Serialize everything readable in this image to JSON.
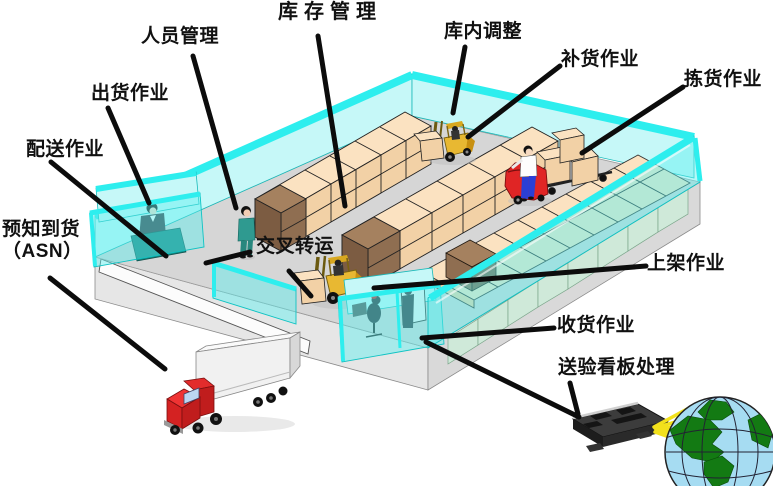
{
  "figure": {
    "type": "warehouse-management-operations-diagram",
    "background": "#ffffff"
  },
  "labels": {
    "inventory_management": "库存管理",
    "personnel_management": "人员管理",
    "internal_adjustment": "库内调整",
    "replenishment": "补货作业",
    "picking": "拣货作业",
    "shipping": "出货作业",
    "distribution": "配送作业",
    "asn_line1": "预知到货",
    "asn_line2": "（ASN）",
    "cross_docking": "交叉转运",
    "putaway": "上架作业",
    "receiving": "收货作业",
    "inspection_kanban": "送验看板处理"
  },
  "colors": {
    "label-ink": "#111111",
    "line-ink": "#0c0c0c",
    "floor": "#d6d6d6",
    "wall-face": "#c6f8f8",
    "wall-band": "#2deeee",
    "wall-glass": "rgba(90,240,240,0.45)",
    "rack-green": "#cfe9d9",
    "box-top": "#fbe2c1",
    "box-front": "#f2d1a6",
    "box-side": "#e3c08f",
    "brown-top": "#a5815f",
    "brown-front": "#8f6e51",
    "brown-side": "#7c5c42",
    "forklift-yellow": "#e8b832",
    "red": "#e02525",
    "truck-red": "#d42222",
    "trailer-white": "#f1f1f1",
    "worker-teal": "#2f9a90",
    "desk-teal": "#17807a",
    "globe-ocean": "#a6dcf2",
    "globe-land": "#137a13",
    "ray-yellow": "#f2e11c"
  }
}
